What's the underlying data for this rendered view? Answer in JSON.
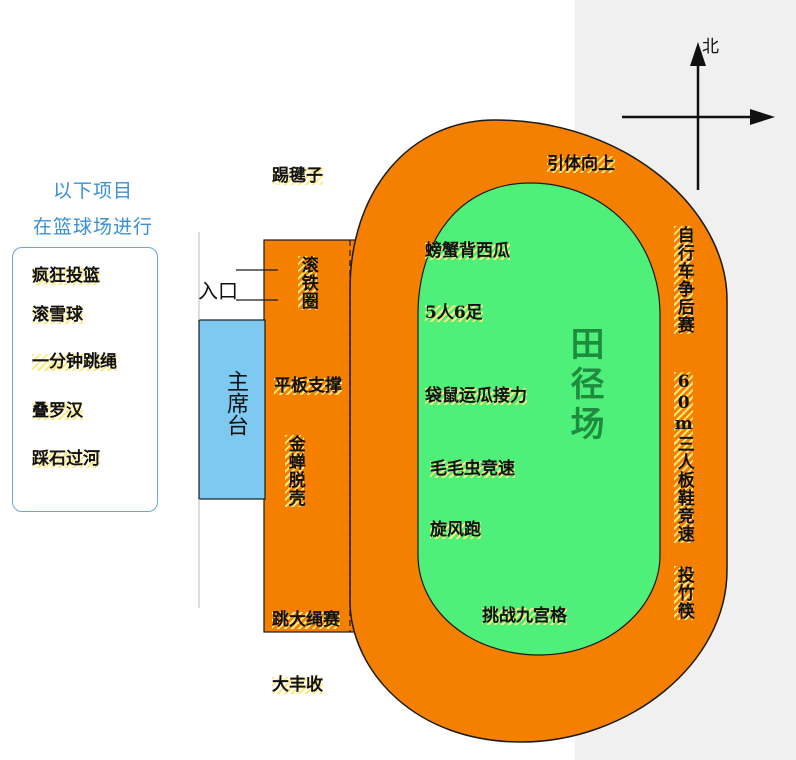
{
  "colors": {
    "track": "#f58000",
    "field": "#4ef07a",
    "stand": "#7ec9f0",
    "highlight": "#ffe97a",
    "note": "#3b8fd6"
  },
  "side_note": {
    "line1": "以下项目",
    "line2": "在篮球场进行"
  },
  "court_items": [
    "疯狂投篮",
    "滚雪球",
    "一分钟跳绳",
    "叠罗汉",
    "踩石过河"
  ],
  "compass": {
    "north": "北"
  },
  "entrance": "入口",
  "main_stand": "主席台",
  "field_name": "田径场",
  "labels": {
    "jianzi": "踢毽子",
    "pull_up": "引体向上",
    "hoop": "滚铁圈",
    "crab": "螃蟹背西瓜",
    "five_six": "5人6足",
    "bike": "自行车争后赛",
    "plank": "平板支撑",
    "kangaroo": "袋鼠运瓜接力",
    "race60": "60m三人板鞋竞速",
    "cicada": "金蝉脱壳",
    "caterpillar": "毛毛虫竞速",
    "whirlwind": "旋风跑",
    "arrow": "投竹筷",
    "long_rope": "跳大绳赛",
    "nine_grid": "挑战九宫格",
    "harvest": "大丰收"
  }
}
